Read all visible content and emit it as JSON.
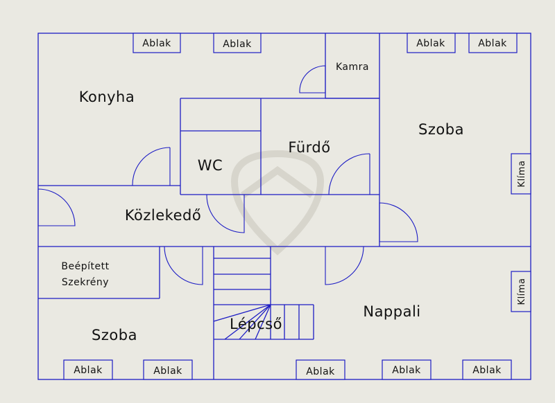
{
  "rooms": {
    "konyha": "Konyha",
    "kamra": "Kamra",
    "szoba_top": "Szoba",
    "wc": "WC",
    "furdo": "Fürdő",
    "kozlekedo": "Közlekedő",
    "beepitett_line1": "Beépített",
    "beepitett_line2": "Szekrény",
    "szoba_bottom": "Szoba",
    "lepcso": "Lépcső",
    "nappali": "Nappali"
  },
  "windows": {
    "top_1": "Ablak",
    "top_2": "Ablak",
    "top_3": "Ablak",
    "top_4": "Ablak",
    "bottom_1": "Ablak",
    "bottom_2": "Ablak",
    "bottom_3": "Ablak",
    "bottom_4": "Ablak",
    "bottom_5": "Ablak"
  },
  "units": {
    "klima_top": "Klíma",
    "klima_bottom": "Klíma"
  }
}
